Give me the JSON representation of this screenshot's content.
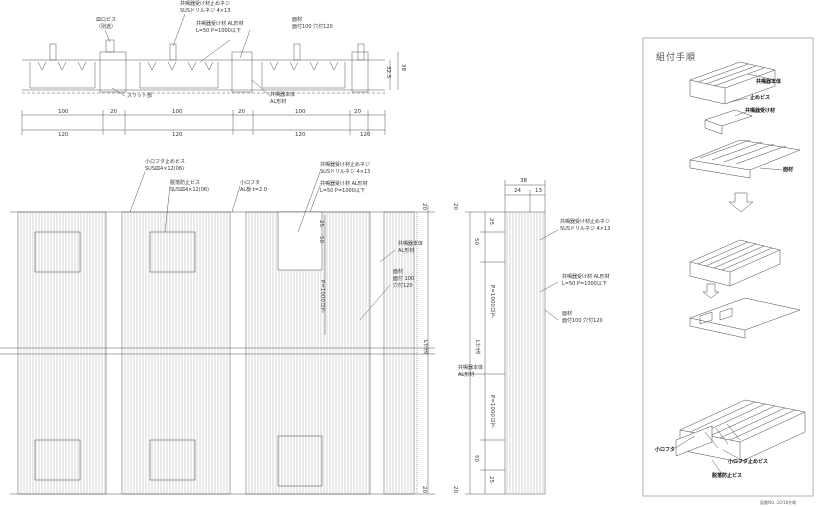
{
  "section_labels": {
    "magnet_screw": "皿ロビス",
    "magnet_screw_sub": "（別途）",
    "bracket_fix_screw": "共鳴器受け材止めネジ",
    "bracket_fix_screw_spec": "SUSドリルネジ 4×13",
    "bracket_material": "共鳴器受け材 AL形材",
    "bracket_spec": "L=50 P=1000以下",
    "base_material": "面材",
    "base_spec": "面付100 穴付120",
    "slit": "スリット部",
    "resonator_body": "共鳴器本体",
    "resonator_body_mat": "AL形材"
  },
  "section_dims": {
    "top": [
      "100",
      "20",
      "100",
      "20",
      "100",
      "20"
    ],
    "bottom": [
      "120",
      "120",
      "120",
      "120"
    ],
    "height_a": "32.5",
    "height_b": "38"
  },
  "plan_labels": {
    "small_lid_screw": "小ロフタ止めビス",
    "small_lid_screw_spec": "SUS皿4×12(06)",
    "anti_drop_screw": "脱落防止ビス",
    "anti_drop_screw_spec": "SUS皿4×12(06)",
    "small_lid": "小ロフタ",
    "small_lid_spec": "AL板 t=2.0",
    "bracket_fix_screw": "共鳴器受け材止めネジ",
    "bracket_fix_screw_spec": "SUSドリルネジ 4×13",
    "bracket_material": "共鳴器受け材 AL形材",
    "bracket_spec": "L=50 P=1000以下",
    "resonator_body": "共鳴器本体",
    "resonator_body_mat": "AL形材",
    "base_material": "面材",
    "base_spec1": "面付 100",
    "base_spec2": "穴付120",
    "dim_25": "25",
    "dim_50": "50",
    "dim_pitch": "P=1000以下",
    "dim_length": "L寸法",
    "dim_20": "20"
  },
  "side_labels": {
    "dims_top": [
      "38",
      "24",
      "13"
    ],
    "bracket_fix_screw": "共鳴器受け材止めネジ",
    "bracket_fix_screw_spec": "SUSドリルネジ 4×13",
    "bracket_material": "共鳴器受け材 AL形材",
    "bracket_spec": "L=50 P=1000以下",
    "base_material": "面材",
    "base_spec": "面付100 穴付120",
    "resonator_body": "共鳴器本体",
    "resonator_body_mat": "AL形材",
    "dim_50": "50",
    "dim_25": "25",
    "dim_pitch": "P=1000以下",
    "dim_length": "L寸法",
    "dim_20": "20"
  },
  "assembly": {
    "title": "組付手順",
    "resonator_body": "共鳴器本体",
    "stop_screw": "止めビス",
    "bracket": "共鳴器受け材",
    "base": "面材",
    "small_lid": "小ロフタ",
    "small_lid_screw": "小ロフタ止めビス",
    "anti_drop_screw": "脱落防止ビス"
  },
  "footer": "図番NO. 20/18共鳴"
}
